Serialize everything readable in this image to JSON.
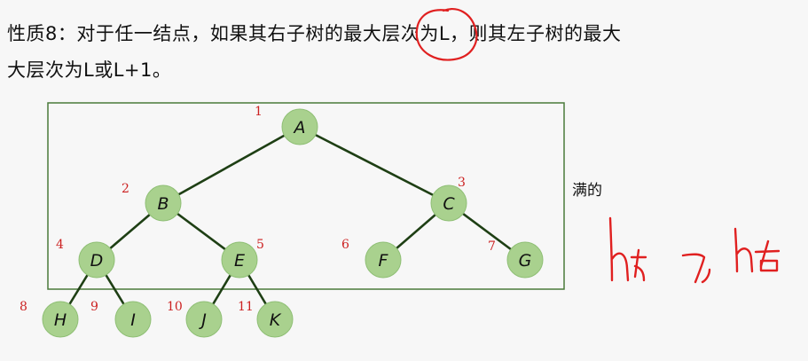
{
  "statement": {
    "line1": "性质8：对于任一结点，如果其右子树的最大层次为L，则其左子树的最大",
    "line2": "大层次为L或L+1。"
  },
  "side_note": "满的",
  "colors": {
    "node_fill": "#a9d18e",
    "node_stroke": "#8fbf75",
    "edge": "#1e3f14",
    "index_label": "#cc2222",
    "annotation": "#e02020",
    "frame": "#4a7a3a"
  },
  "tree": {
    "nodes": [
      {
        "id": "A",
        "label": "A",
        "index": "1"
      },
      {
        "id": "B",
        "label": "B",
        "index": "2"
      },
      {
        "id": "C",
        "label": "C",
        "index": "3"
      },
      {
        "id": "D",
        "label": "D",
        "index": "4"
      },
      {
        "id": "E",
        "label": "E",
        "index": "5"
      },
      {
        "id": "F",
        "label": "F",
        "index": "6"
      },
      {
        "id": "G",
        "label": "G",
        "index": "7"
      },
      {
        "id": "H",
        "label": "H",
        "index": "8"
      },
      {
        "id": "I",
        "label": "I",
        "index": "9"
      },
      {
        "id": "J",
        "label": "J",
        "index": "10"
      },
      {
        "id": "K",
        "label": "K",
        "index": "11"
      }
    ],
    "edges": [
      [
        "A",
        "B"
      ],
      [
        "A",
        "C"
      ],
      [
        "B",
        "D"
      ],
      [
        "B",
        "E"
      ],
      [
        "C",
        "F"
      ],
      [
        "C",
        "G"
      ],
      [
        "D",
        "H"
      ],
      [
        "D",
        "I"
      ],
      [
        "E",
        "J"
      ],
      [
        "E",
        "K"
      ]
    ]
  }
}
